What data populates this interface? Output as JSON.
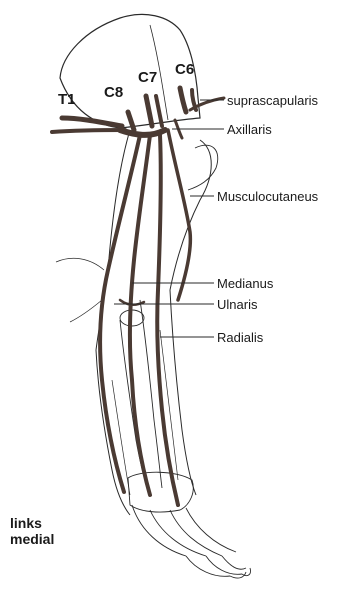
{
  "roots": {
    "t1": "T1",
    "c8": "C8",
    "c7": "C7",
    "c6": "C6"
  },
  "labels": {
    "suprascapularis": "suprascapularis",
    "axillaris": "Axillaris",
    "musculocutaneus": "Musculocutaneus",
    "medianus": "Medianus",
    "ulnaris": "Ulnaris",
    "radialis": "Radialis"
  },
  "caption": {
    "line1": "links",
    "line2": "medial"
  },
  "colors": {
    "nerve": "#4a3a33",
    "outline": "#2a2a2a",
    "text": "#1a1a1a"
  }
}
